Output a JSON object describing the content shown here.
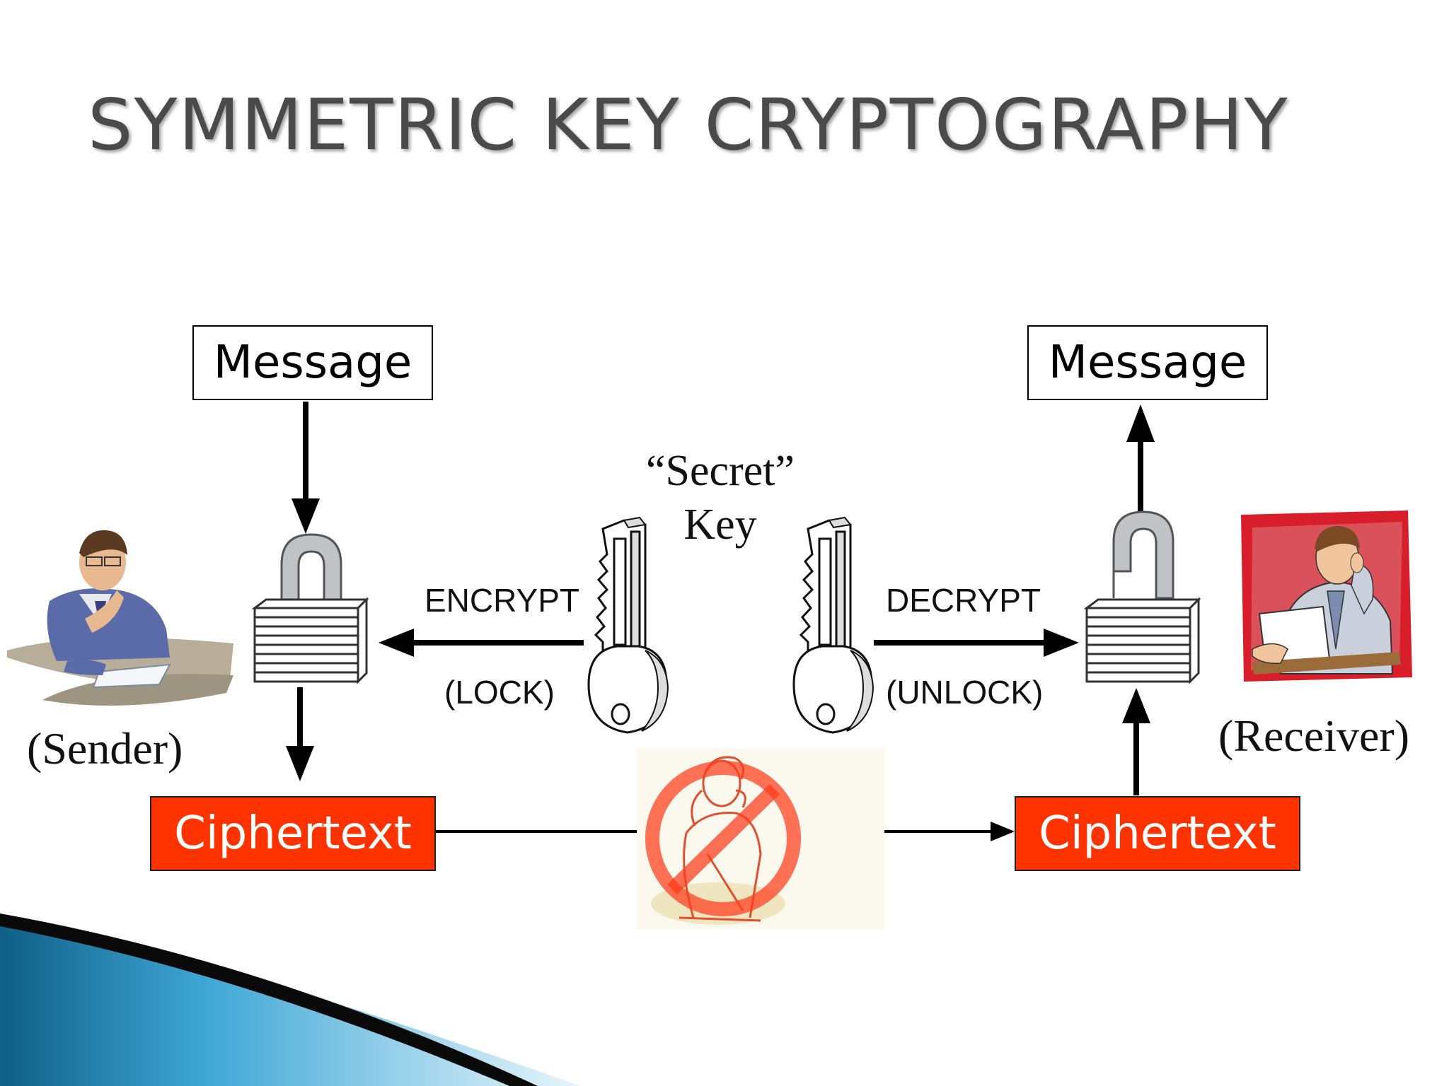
{
  "slide": {
    "title": "SYMMETRIC KEY CRYPTOGRAPHY",
    "sender": {
      "message": "Message",
      "ciphertext": "Ciphertext",
      "role": "(Sender)"
    },
    "receiver": {
      "message": "Message",
      "ciphertext": "Ciphertext",
      "role": "(Receiver)"
    },
    "secret_key": {
      "line1": "“Secret”",
      "line2": "Key"
    },
    "encrypt": {
      "action": "ENCRYPT",
      "meaning": "(LOCK)"
    },
    "decrypt": {
      "action": "DECRYPT",
      "meaning": "(UNLOCK)"
    },
    "colors": {
      "ciphertext_fill": "#ff3300",
      "accent_blue": "#2a8fb8",
      "receiver_frame": "#d81e2a"
    }
  }
}
